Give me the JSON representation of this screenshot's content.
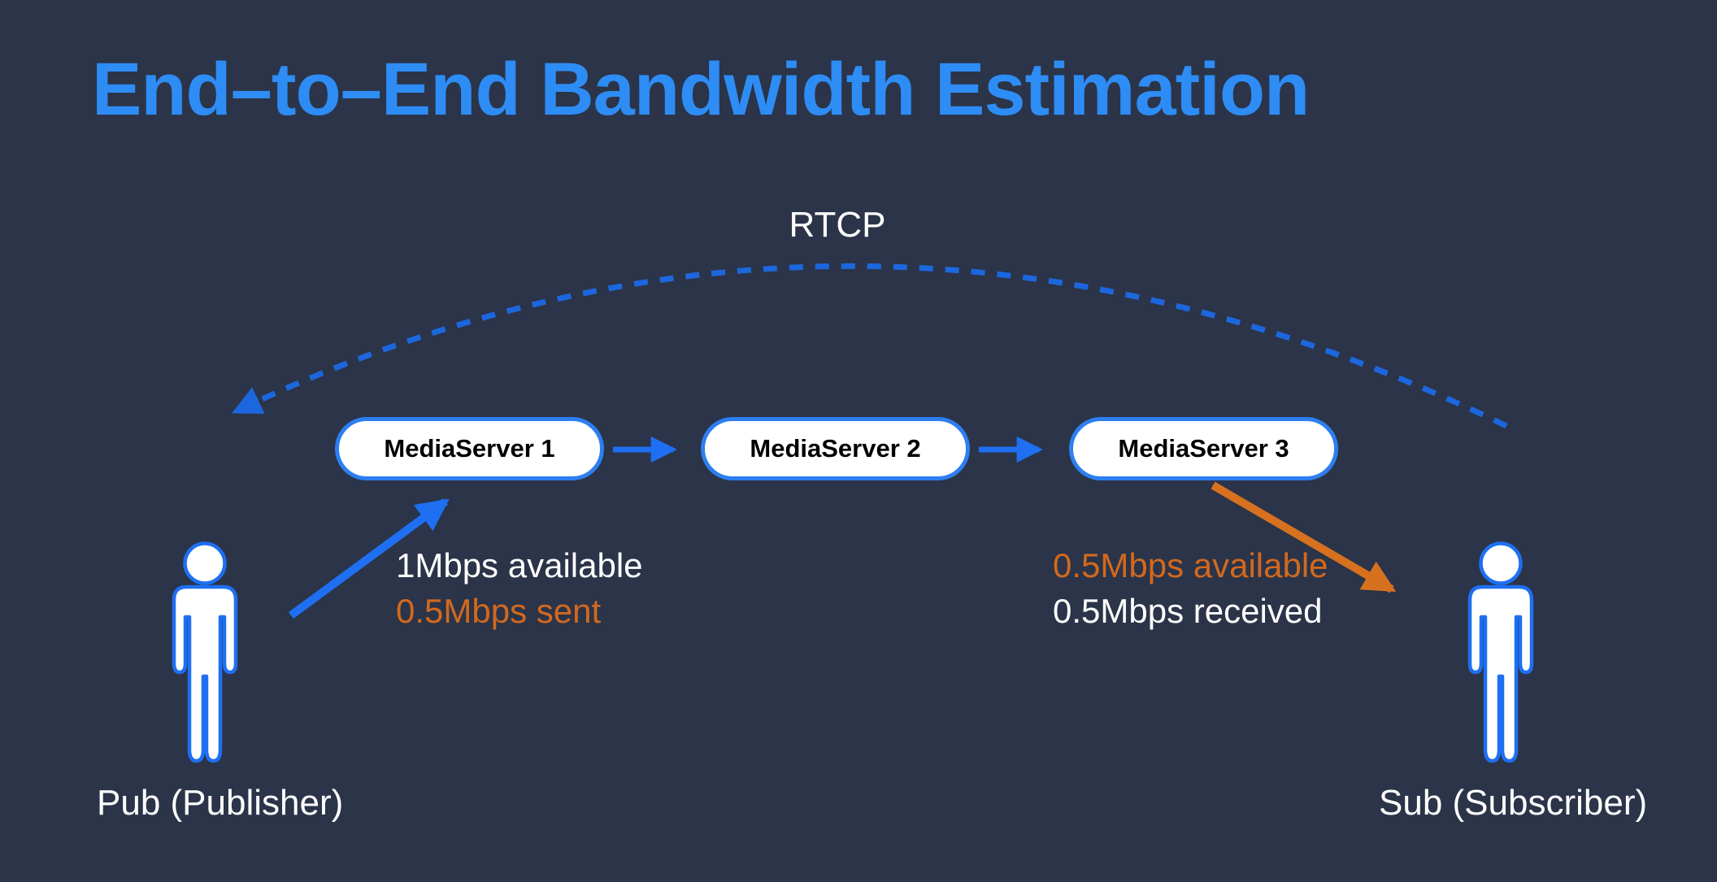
{
  "title": "End–to–End Bandwidth Estimation",
  "colors": {
    "background": "#2b3448",
    "title_blue": "#2e8cf5",
    "arrow_blue": "#1e6ff2",
    "dash_blue": "#1c67dd",
    "box_border_blue": "#2d7ff0",
    "orange": "#d2691e",
    "text_white": "#ffffff",
    "box_text_black": "#000000"
  },
  "diagram": {
    "rtcp_label": "RTCP",
    "servers": [
      "MediaServer 1",
      "MediaServer 2",
      "MediaServer 3"
    ],
    "publisher": {
      "label": "Pub (Publisher)",
      "available": "1Mbps available",
      "sent": "0.5Mbps sent"
    },
    "subscriber": {
      "label": "Sub (Subscriber)",
      "available": "0.5Mbps available",
      "received": "0.5Mbps received"
    }
  }
}
